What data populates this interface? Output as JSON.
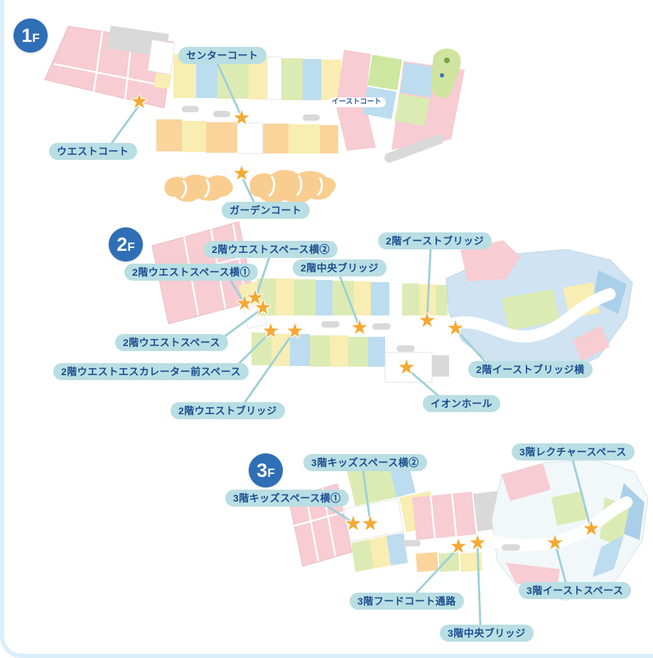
{
  "palette": {
    "frame_border": "#d9eefb",
    "badge_blue": "#2f6fb6",
    "pill_bg": "#b9dee3",
    "pill_text": "#1b4c8e",
    "connector_line": "#9fd0d6",
    "star_orange": "#f6a832",
    "map_pink": "#f7ccd2",
    "map_orange": "#fbd49c",
    "map_yellow": "#f8edb2",
    "map_green": "#dcebb4",
    "map_blue": "#bcdcef",
    "map_gray": "#d9d9d9"
  },
  "icons": {
    "star": "★"
  },
  "floors": [
    {
      "label": "1F",
      "badge": {
        "num": "1",
        "suffix": "F"
      },
      "labels": [
        {
          "text": "センターコート"
        },
        {
          "text": "ウエストコート"
        },
        {
          "text": "ガーデンコート"
        }
      ],
      "map_labels": [
        {
          "text": "イーストコート"
        }
      ],
      "star_count": 3
    },
    {
      "label": "2F",
      "badge": {
        "num": "2",
        "suffix": "F"
      },
      "labels": [
        {
          "text": "2階ウエストスペース横②"
        },
        {
          "text": "2階イーストブリッジ"
        },
        {
          "text": "2階ウエストスペース横①"
        },
        {
          "text": "2階中央ブリッジ"
        },
        {
          "text": "2階ウエストスペース"
        },
        {
          "text": "2階イーストブリッジ横"
        },
        {
          "text": "2階ウエストエスカレーター前スペース"
        },
        {
          "text": "イオンホール"
        },
        {
          "text": "2階ウエストブリッジ"
        }
      ],
      "map_labels": [],
      "star_count": 9
    },
    {
      "label": "3F",
      "badge": {
        "num": "3",
        "suffix": "F"
      },
      "labels": [
        {
          "text": "3階キッズスペース横②"
        },
        {
          "text": "3階レクチャースペース"
        },
        {
          "text": "3階キッズスペース横①"
        },
        {
          "text": "3階フードコート通路"
        },
        {
          "text": "3階イーストスペース"
        },
        {
          "text": "3階中央ブリッジ"
        }
      ],
      "map_labels": [],
      "star_count": 6
    }
  ]
}
